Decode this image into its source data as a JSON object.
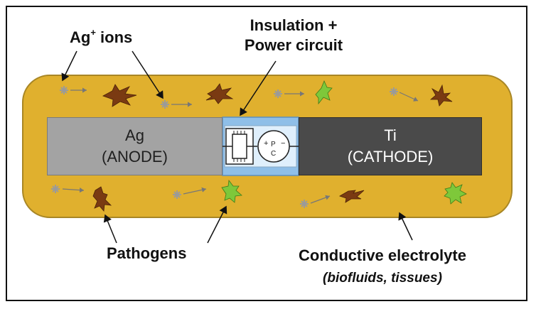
{
  "labels": {
    "ions_main": "Ag",
    "ions_sup": "+",
    "ions_rest": " ions",
    "insulation_line1": "Insulation +",
    "insulation_line2": "Power circuit",
    "pathogens": "Pathogens",
    "electrolyte_main": "Conductive electrolyte",
    "electrolyte_sub": "(biofluids, tissues)"
  },
  "anode": {
    "symbol": "Ag",
    "role": "(ANODE)"
  },
  "cathode": {
    "symbol": "Ti",
    "role": "(CATHODE)"
  },
  "circuit": {
    "p_label": "P",
    "c_label": "C",
    "plus": "+",
    "minus": "−"
  },
  "colors": {
    "electrolyte": "#e0b02e",
    "electrolyte_border": "#a88625",
    "anode": "#a3a3a3",
    "cathode": "#4a4a4a",
    "insulation": "#8fbfe8",
    "insulation_inner": "#dfeffc",
    "pathogen_brown": "#7a3a12",
    "pathogen_green": "#7ec83a",
    "ion": "#9a9a9a"
  }
}
